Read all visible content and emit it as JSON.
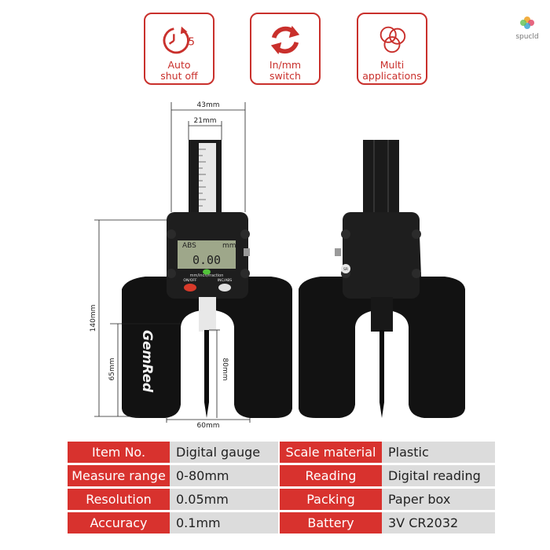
{
  "features": [
    {
      "label_line1": "Auto",
      "label_line2": "shut off",
      "icon": "timer-icon",
      "icon_digit": "5"
    },
    {
      "label_line1": "In/mm",
      "label_line2": "switch",
      "icon": "switch-arrows-icon"
    },
    {
      "label_line1": "Multi",
      "label_line2": "applications",
      "icon": "circles-icon"
    }
  ],
  "brand": {
    "name": "spucld"
  },
  "product": {
    "brand_print": "GemRed",
    "display_reading": "0.00",
    "display_top_left": "ABS",
    "display_top_right": "mm",
    "mode_label": "mm/inch/fraction",
    "button_left": "ON/OFF",
    "button_right": "INC/ABS",
    "battery_label": "SR"
  },
  "dimensions": {
    "width_top": "43mm",
    "width_inner": "21mm",
    "height_total": "140mm",
    "height_leg": "65mm",
    "depth": "80mm",
    "width_base": "60mm"
  },
  "specs": [
    {
      "label": "Item No.",
      "value": "Digital gauge",
      "label2": "Scale material",
      "value2": "Plastic"
    },
    {
      "label": "Measure range",
      "value": "0-80mm",
      "label2": "Reading",
      "value2": "Digital reading"
    },
    {
      "label": "Resolution",
      "value": "0.05mm",
      "label2": "Packing",
      "value2": "Paper box"
    },
    {
      "label": "Accuracy",
      "value": "0.1mm",
      "label2": "Battery",
      "value2": "3V CR2032"
    }
  ],
  "colors": {
    "accent": "#d8322e",
    "cell": "#dcdcdc",
    "body": "#111111"
  }
}
